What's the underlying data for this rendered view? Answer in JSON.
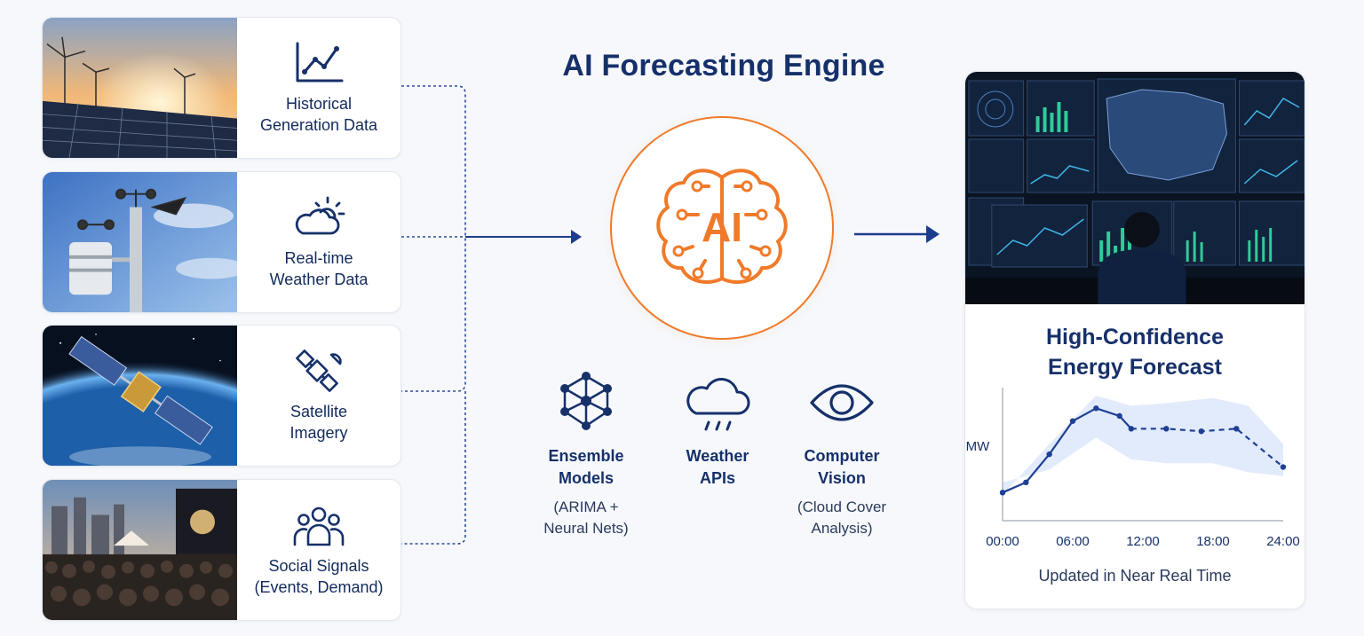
{
  "title": "AI Forecasting Engine",
  "ai_label": "AI",
  "inputs": [
    {
      "line1": "Historical",
      "line2": "Generation Data",
      "icon": "line-chart-icon"
    },
    {
      "line1": "Real-time",
      "line2": "Weather Data",
      "icon": "sun-cloud-icon"
    },
    {
      "line1": "Satellite",
      "line2": "Imagery",
      "icon": "satellite-icon"
    },
    {
      "line1": "Social Signals",
      "line2": "(Events, Demand)",
      "icon": "people-icon"
    }
  ],
  "methods": [
    {
      "h1": "Ensemble",
      "h2": "Models",
      "s1": "(ARIMA +",
      "s2": "Neural Nets)",
      "icon": "network-graph-icon"
    },
    {
      "h1": "Weather",
      "h2": "APIs",
      "s1": "",
      "s2": "",
      "icon": "rain-cloud-icon"
    },
    {
      "h1": "Computer",
      "h2": "Vision",
      "s1": "(Cloud Cover",
      "s2": "Analysis)",
      "icon": "eye-icon"
    }
  ],
  "output": {
    "title1": "High-Confidence",
    "title2": "Energy Forecast",
    "footer": "Updated in Near Real Time"
  },
  "colors": {
    "navy": "#16306a",
    "accent": "#f07a2a",
    "band": "#dbe6fb",
    "line": "#1e3f94"
  },
  "chart_data": {
    "type": "line",
    "ylabel": "MW",
    "xlabel": "",
    "x_ticks": [
      "00:00",
      "06:00",
      "12:00",
      "18:00",
      "24:00"
    ],
    "xlim": [
      0,
      24
    ],
    "ylim": [
      0,
      100
    ],
    "series": [
      {
        "style": "solid",
        "x": [
          0,
          2,
          4,
          6,
          8,
          10,
          11
        ],
        "y": [
          22,
          30,
          52,
          78,
          88,
          82,
          72
        ]
      },
      {
        "style": "dashed",
        "x": [
          11,
          14,
          17,
          20,
          24
        ],
        "y": [
          72,
          72,
          70,
          72,
          42
        ]
      }
    ],
    "confidence_band": {
      "x": [
        0,
        4,
        8,
        11,
        14,
        18,
        21,
        24
      ],
      "lower": [
        30,
        40,
        65,
        48,
        45,
        45,
        38,
        35
      ],
      "upper": [
        20,
        60,
        98,
        90,
        92,
        96,
        90,
        60
      ]
    }
  }
}
